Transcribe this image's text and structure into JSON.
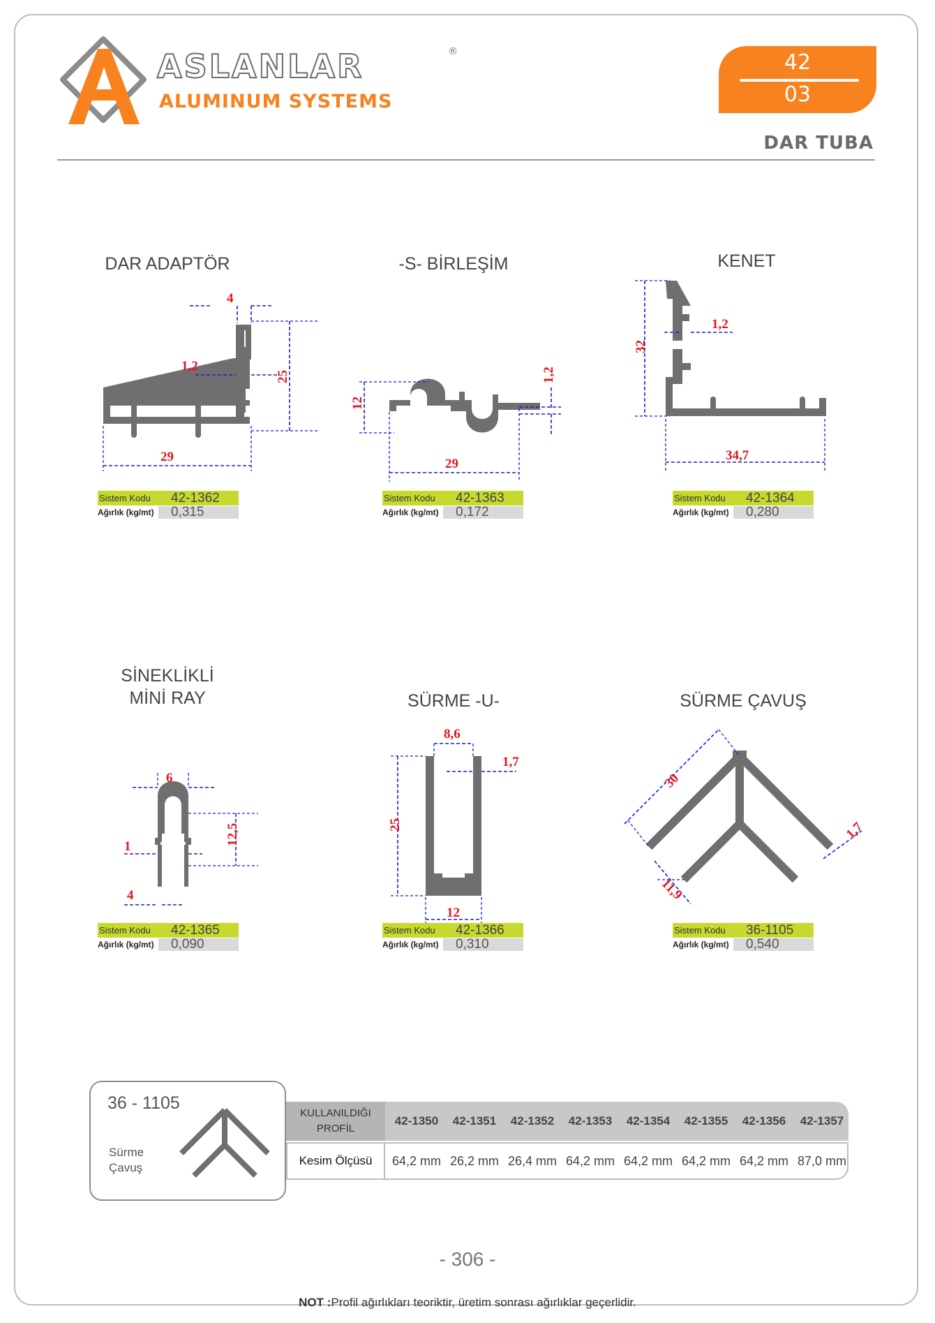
{
  "header": {
    "brand": "ASLANLAR",
    "brand_sub": "ALUMINUM SYSTEMS",
    "registered_mark": "®",
    "page_top": "42",
    "page_bottom": "03",
    "series": "DAR TUBA"
  },
  "profiles": [
    {
      "title": "DAR ADAPTÖR",
      "kod_label": "Sistem Kodu",
      "kod": "42-1362",
      "agirlik_label": "Ağırlık (kg/mt)",
      "agirlik": "0,315",
      "dims": [
        "4",
        "1,2",
        "25",
        "29"
      ]
    },
    {
      "title": "-S- BİRLEŞİM",
      "kod_label": "Sistem Kodu",
      "kod": "42-1363",
      "agirlik_label": "Ağırlık (kg/mt)",
      "agirlik": "0,172",
      "dims": [
        "12",
        "1,2",
        "29"
      ]
    },
    {
      "title": "KENET",
      "kod_label": "Sistem Kodu",
      "kod": "42-1364",
      "agirlik_label": "Ağırlık (kg/mt)",
      "agirlik": "0,280",
      "dims": [
        "32",
        "1,2",
        "34,7"
      ]
    },
    {
      "title_line1": "SİNEKLİKLİ",
      "title_line2": "MİNİ RAY",
      "kod_label": "Sistem Kodu",
      "kod": "42-1365",
      "agirlik_label": "Ağırlık (kg/mt)",
      "agirlik": "0,090",
      "dims": [
        "6",
        "12,5",
        "1",
        "4"
      ]
    },
    {
      "title": "SÜRME -U-",
      "kod_label": "Sistem Kodu",
      "kod": "42-1366",
      "agirlik_label": "Ağırlık (kg/mt)",
      "agirlik": "0,310",
      "dims": [
        "8,6",
        "1,7",
        "25",
        "12"
      ]
    },
    {
      "title": "SÜRME ÇAVUŞ",
      "kod_label": "Sistem Kodu",
      "kod": "36-1105",
      "agirlik_label": "Ağırlık (kg/mt)",
      "agirlik": "0,540",
      "dims": [
        "30",
        "1,7",
        "11,9"
      ]
    }
  ],
  "legend": {
    "code": "36 - 1105",
    "name_line1": "Sürme",
    "name_line2": "Çavuş"
  },
  "table": {
    "header_label_line1": "KULLANILDIĞI",
    "header_label_line2": "PROFİL",
    "row_label": "Kesim Ölçüsü",
    "profiles": [
      "42-1350",
      "42-1351",
      "42-1352",
      "42-1353",
      "42-1354",
      "42-1355",
      "42-1356",
      "42-1357"
    ],
    "kesim": [
      "64,2 mm",
      "26,2 mm",
      "26,4 mm",
      "64,2 mm",
      "64,2 mm",
      "64,2 mm",
      "64,2 mm",
      "87,0 mm"
    ]
  },
  "footer": {
    "page_number": "- 306 -",
    "note_bold": "NOT :",
    "note_text": "Profil ağırlıkları teoriktir, üretim sonrası ağırlıklar geçerlidir."
  }
}
